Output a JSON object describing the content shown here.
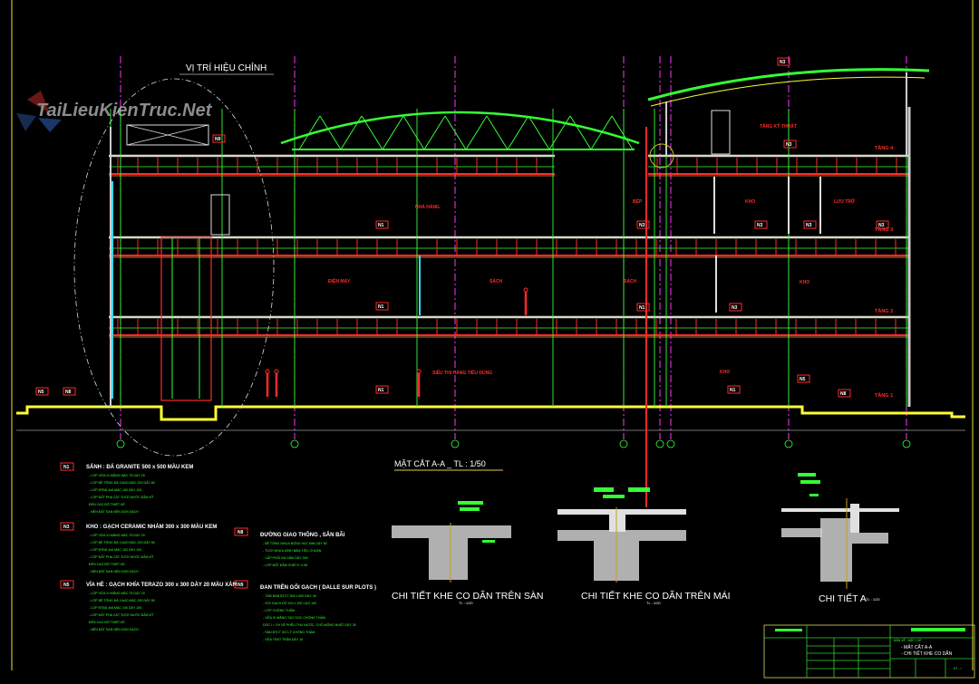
{
  "watermark": "TaiLieuKienTruc.Net",
  "callout": "VỊ TRÍ HIỆU CHỈNH",
  "section_title": "MẶT CẮT A-A _ TL : 1/50",
  "rooms": {
    "restaurant": "NHÀ HÀNG",
    "electronics": "ĐIỆN MÁY",
    "books": "SÁCH",
    "books2": "SÁCH",
    "supermarket": "SIÊU THỊ HÀNG TIÊU DÙNG",
    "kitchen": "BẾP",
    "storage3": "KHO",
    "archive": "LƯU TRỮ",
    "storage2": "KHO",
    "storage1": "KHO",
    "technical": "TẦNG KỸ THUẬT"
  },
  "levels": [
    "TẦNG 4",
    "TẦNG 3",
    "TẦNG 2",
    "TẦNG 1"
  ],
  "tags": [
    "N9",
    "N1",
    "N1",
    "N1",
    "N3",
    "N3",
    "N3",
    "N3",
    "N1",
    "N3",
    "N1",
    "N5",
    "N8",
    "N5",
    "N8",
    "N3",
    "N3"
  ],
  "notes": [
    {
      "code": "N1",
      "title": "SẢNH : ĐÁ GRANITE 500 x 500 MÀU KEM",
      "lines": [
        "- LỚP VỮA XI MĂNG MÁC 75 DÀY 20",
        "- LỚP BÊ TÔNG ĐÁ 10x20 MÁC 200 DÀY 80",
        "- LỚP BTĐÁ 4x6 MÁC 100 DÀY 100",
        "- LỚP ĐẤT PHA CÁT TƯỚI NƯỚC ĐẦM KỸ",
        "  ĐẾN CAO ĐỘ THIẾT KẾ",
        "- NỀN ĐẤT SAN NỀN DỌN SẠCH"
      ]
    },
    {
      "code": "N3",
      "title": "KHO : GẠCH CERAMIC NHÁM 300 x 300 MÀU KEM",
      "lines": [
        "- LỚP VỮA XI MĂNG MÁC 75 DÀY 20",
        "- LỚP BÊ TÔNG ĐÁ 10x20 MÁC 200 DÀY 80",
        "- LỚP BTĐÁ 4x6 MÁC 100 DÀY 100",
        "- LỚP ĐẤT PHA CÁT TƯỚI NƯỚC ĐẦM KỸ",
        "  ĐẾN CAO ĐỘ THIẾT KẾ",
        "- NỀN ĐẤT SAN NỀN DỌN SẠCH"
      ]
    },
    {
      "code": "N5",
      "title": "VỈA HÈ : GẠCH KHÍA TERAZO 300 x 300 DÀY 20 MÀU XÁM",
      "lines": [
        "- LỚP VỮA XI MĂNG MÁC 75 DÀY 20",
        "- LỚP BÊ TÔNG ĐÁ 10x20 MÁC 200 DÀY 80",
        "- LỚP BTĐÁ 4x6 MÁC 100 DÀY 100",
        "- LỚP ĐẤT PHA CÁT TƯỚI NƯỚC ĐẦM KỸ",
        "  ĐẾN CAO ĐỘ THIẾT KẾ",
        "- NỀN ĐẤT SAN NỀN DỌN SẠCH"
      ]
    },
    {
      "code": "N8",
      "title": "ĐƯỜNG GIAO THÔNG , SÂN BÃI",
      "lines": [
        "- BÊ TÔNG NHỰA NÓNG HẠT MỊN DÀY 50",
        "- TƯỚI NHỰA DÍNH BÁM TIÊU CHUẨN",
        "- CẤP PHỐI ĐÁ DĂM DÀY 300",
        "- LỚP ĐẤT ĐẦM CHẶT K 0.98"
      ]
    },
    {
      "code": "N9",
      "title": "ĐAN TRÊN GỐI GẠCH ( DALLE SUR PLOTS )",
      "lines": [
        "- TẤM ĐAN BTCT 500 x 500 DÀY 40",
        "- GỐI GẠCH ĐỎ 100 x 100 CAO 100",
        "- LỚP CHỐNG THẤM",
        "- VỮA XI MĂNG TẠO DỐC CHỐNG THẤM",
        "  DỐC i = 1% VỀ PHỄU THU NƯỚC, CHỖ MỎNG NHẤT DÀY 30",
        "- SÀN BTCT XỬ LÝ CHỐNG THẤM",
        "- VỮA TRÁT TRẦN DÀY 15"
      ]
    }
  ],
  "details": [
    {
      "title": "CHI TIẾT KHE CO DÃN TRÊN SÀN",
      "scale": "TL : 1/20"
    },
    {
      "title": "CHI TIẾT KHE CO DÃN TRÊN MÁI",
      "scale": "TL : 1/20"
    },
    {
      "title": "CHI TIẾT A",
      "scale": "TL : 1/20"
    }
  ],
  "title_block": {
    "drawing_label": "BẢN VẼ : MẶT CẮT",
    "item1": "- MẶT CẮT A-A",
    "item2": "- CHI TIẾT KHE CO DÃN",
    "sheet": "KT - /"
  },
  "colors": {
    "bg": "#000000",
    "green": "#35ff35",
    "red": "#ff2a2a",
    "yellow": "#ffff33",
    "magenta": "#ff33ff",
    "cyan": "#33ddee",
    "white": "#e8e8e8"
  }
}
